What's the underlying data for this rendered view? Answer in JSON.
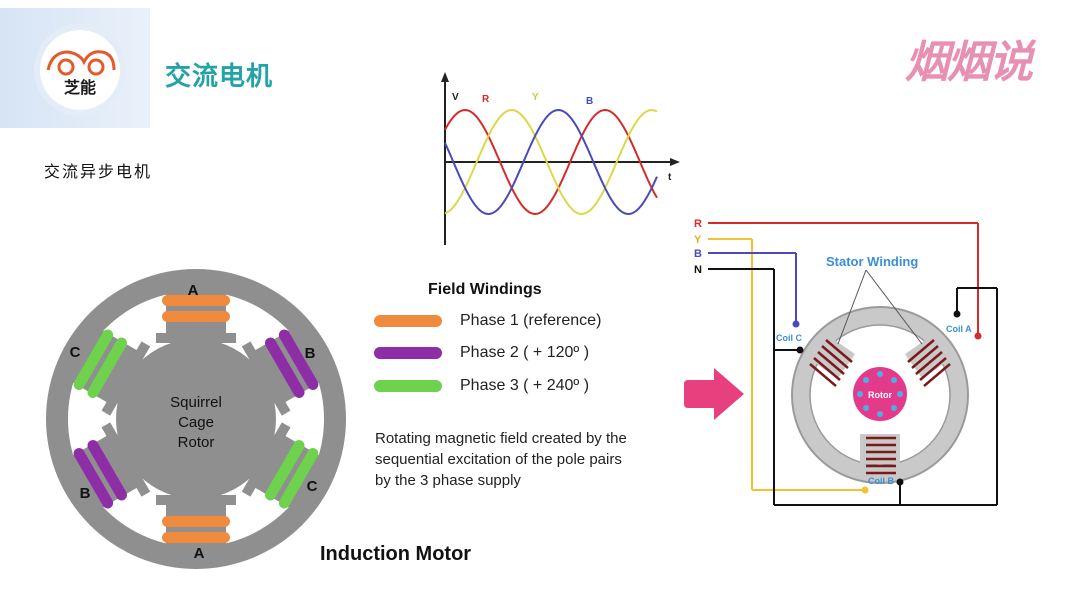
{
  "header": {
    "logo_text": "芝能",
    "title": "交流电机",
    "subtitle": "交流异步电机",
    "brand": "烟烟说"
  },
  "wave_chart": {
    "y_label": "V",
    "x_label": "t",
    "phases": [
      {
        "label": "R",
        "color": "#d62b2b"
      },
      {
        "label": "Y",
        "color": "#d9d94a"
      },
      {
        "label": "B",
        "color": "#4a4ab8"
      }
    ]
  },
  "motor": {
    "rotor_label": [
      "Squirrel",
      "Cage",
      "Rotor"
    ],
    "pole_labels": [
      "A",
      "B",
      "C",
      "A",
      "B",
      "C"
    ],
    "title": "Induction Motor"
  },
  "legend": {
    "title": "Field Windings",
    "items": [
      {
        "label": "Phase 1 (reference)",
        "color": "#f08a3c"
      },
      {
        "label": "Phase 2 ( + 120º )",
        "color": "#8e2ea6"
      },
      {
        "label": "Phase 3 ( + 240º )",
        "color": "#6fd24c"
      }
    ],
    "description": "Rotating magnetic field created by the sequential excitation of the pole pairs by the 3 phase supply"
  },
  "stator_diagram": {
    "lines": [
      "R",
      "Y",
      "B",
      "N"
    ],
    "title": "Stator Winding",
    "coils": [
      "Coil A",
      "Coil B",
      "Coil C"
    ],
    "rotor_label": "Rotor"
  }
}
